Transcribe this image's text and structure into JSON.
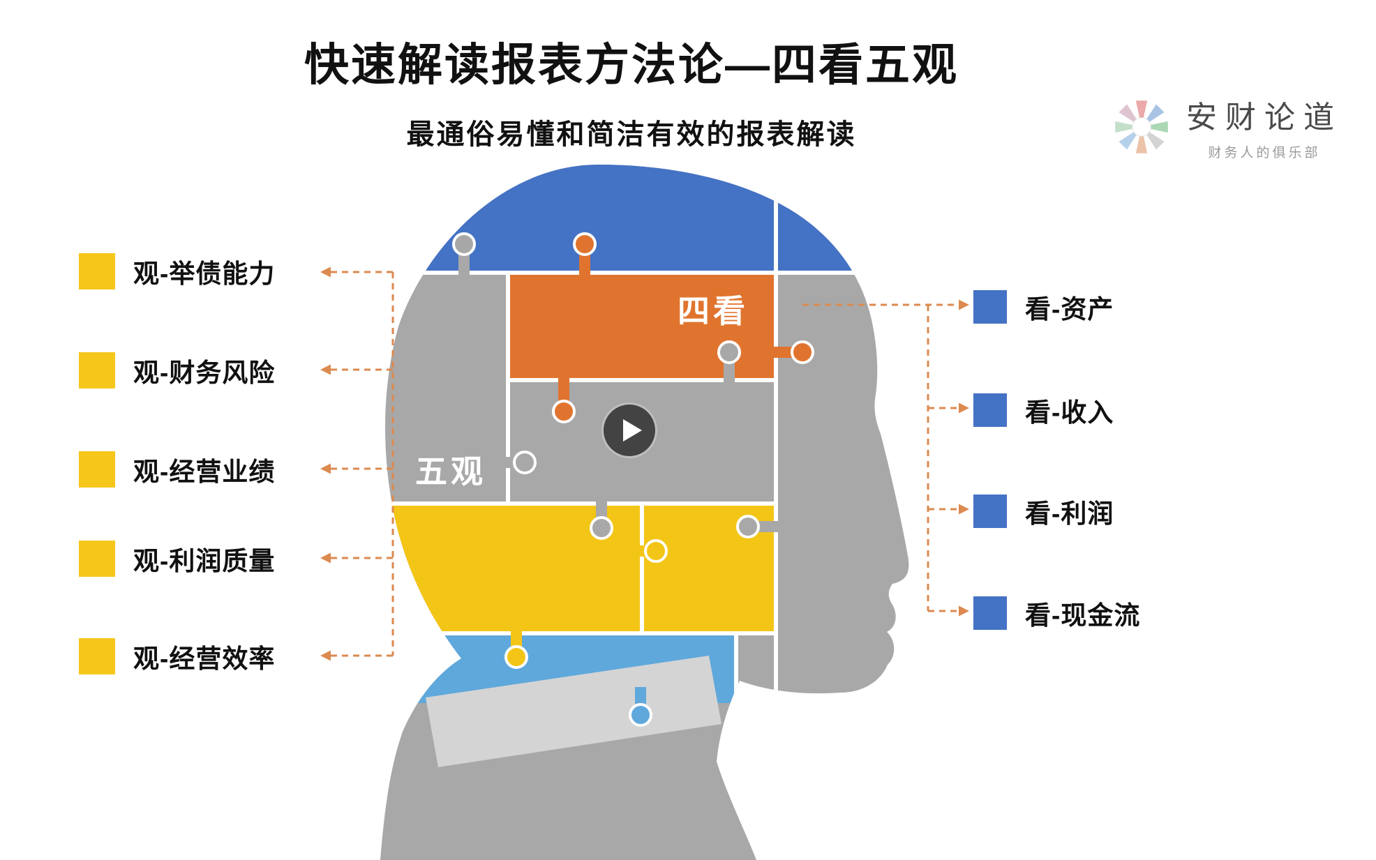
{
  "title": "快速解读报表方法论—四看五观",
  "subtitle": "最通俗易懂和简洁有效的报表解读",
  "logo": {
    "name": "安财论道",
    "tagline": "财务人的俱乐部"
  },
  "head_labels": {
    "four_looks": "四看",
    "five_views": "五观"
  },
  "left_items": [
    {
      "label": "观-举债能力"
    },
    {
      "label": "观-财务风险"
    },
    {
      "label": "观-经营业绩"
    },
    {
      "label": "观-利润质量"
    },
    {
      "label": "观-经营效率"
    }
  ],
  "right_items": [
    {
      "label": "看-资产"
    },
    {
      "label": "看-收入"
    },
    {
      "label": "看-利润"
    },
    {
      "label": "看-现金流"
    }
  ],
  "icons": {
    "logo": "pinwheel-star-icon",
    "play": "play-triangle-icon"
  },
  "colors": {
    "piece_blue": "#4472C4",
    "piece_orange": "#E0742F",
    "piece_gray": "#A8A8A8",
    "piece_yellow": "#F3C517",
    "piece_light_blue": "#5FA8DC",
    "collar_gray": "#D4D4D4",
    "bullet_yellow": "#F5C71B",
    "bullet_blue": "#4472C4",
    "arrow": "#DC8A50",
    "text": "#111111"
  }
}
